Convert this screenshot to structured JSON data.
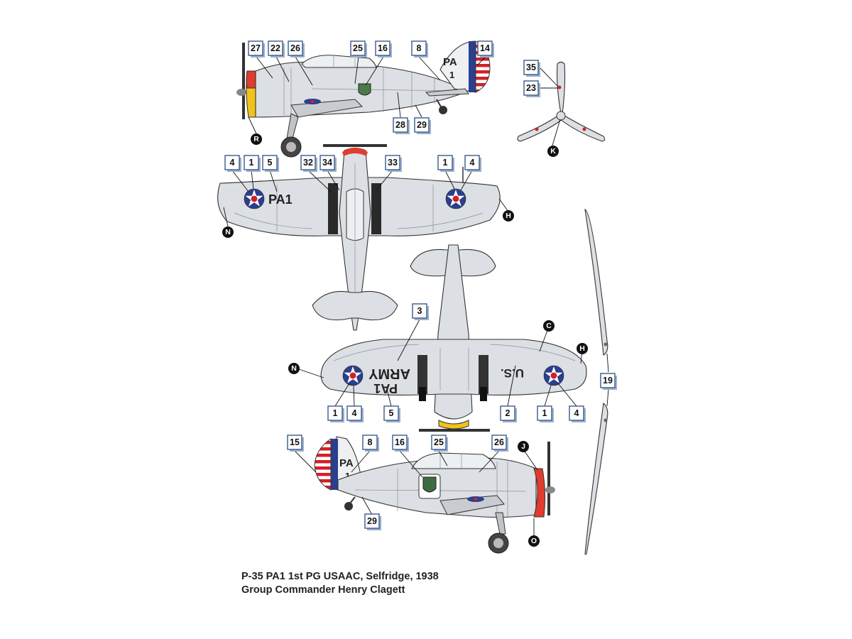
{
  "caption": {
    "line1": "P-35 PA1  1st PG USAAC, Selfridge, 1938",
    "line2": "Group Commander Henry Clagett"
  },
  "markings": {
    "fin_code": "PA",
    "fin_number": "1",
    "wing_code": "PA1",
    "under_wing_army": "ARMY",
    "under_wing_pa1": "PA1",
    "under_wing_us": "U.S."
  },
  "colors": {
    "aluminium": "#dcdfe3",
    "roundel_blue": "#2b3f8f",
    "roundel_red": "#d32027",
    "rudder_blue": "#2b3f8f",
    "rudder_red": "#d32027",
    "cowl_red": "#e23b2f",
    "cowl_yellow": "#f2c21a",
    "anti_glare": "#2a2a2a",
    "callout_border": "#3a5a8c"
  },
  "callouts": {
    "top_profile": [
      "27",
      "22",
      "26",
      "25",
      "16",
      "8",
      "14",
      "28",
      "29"
    ],
    "propeller": [
      "35",
      "23"
    ],
    "plan_view": [
      "4",
      "1",
      "5",
      "32",
      "34",
      "33",
      "1",
      "4"
    ],
    "under_view": [
      "3",
      "1",
      "4",
      "5",
      "2",
      "1",
      "4"
    ],
    "bottom_profile": [
      "15",
      "8",
      "16",
      "25",
      "26",
      "29"
    ],
    "wing_section": [
      "19"
    ]
  },
  "letters": {
    "top_profile": [
      "R"
    ],
    "propeller": [
      "K"
    ],
    "plan_view": [
      "N",
      "H"
    ],
    "under_view": [
      "N",
      "C",
      "H"
    ],
    "bottom_profile": [
      "J",
      "O"
    ]
  }
}
